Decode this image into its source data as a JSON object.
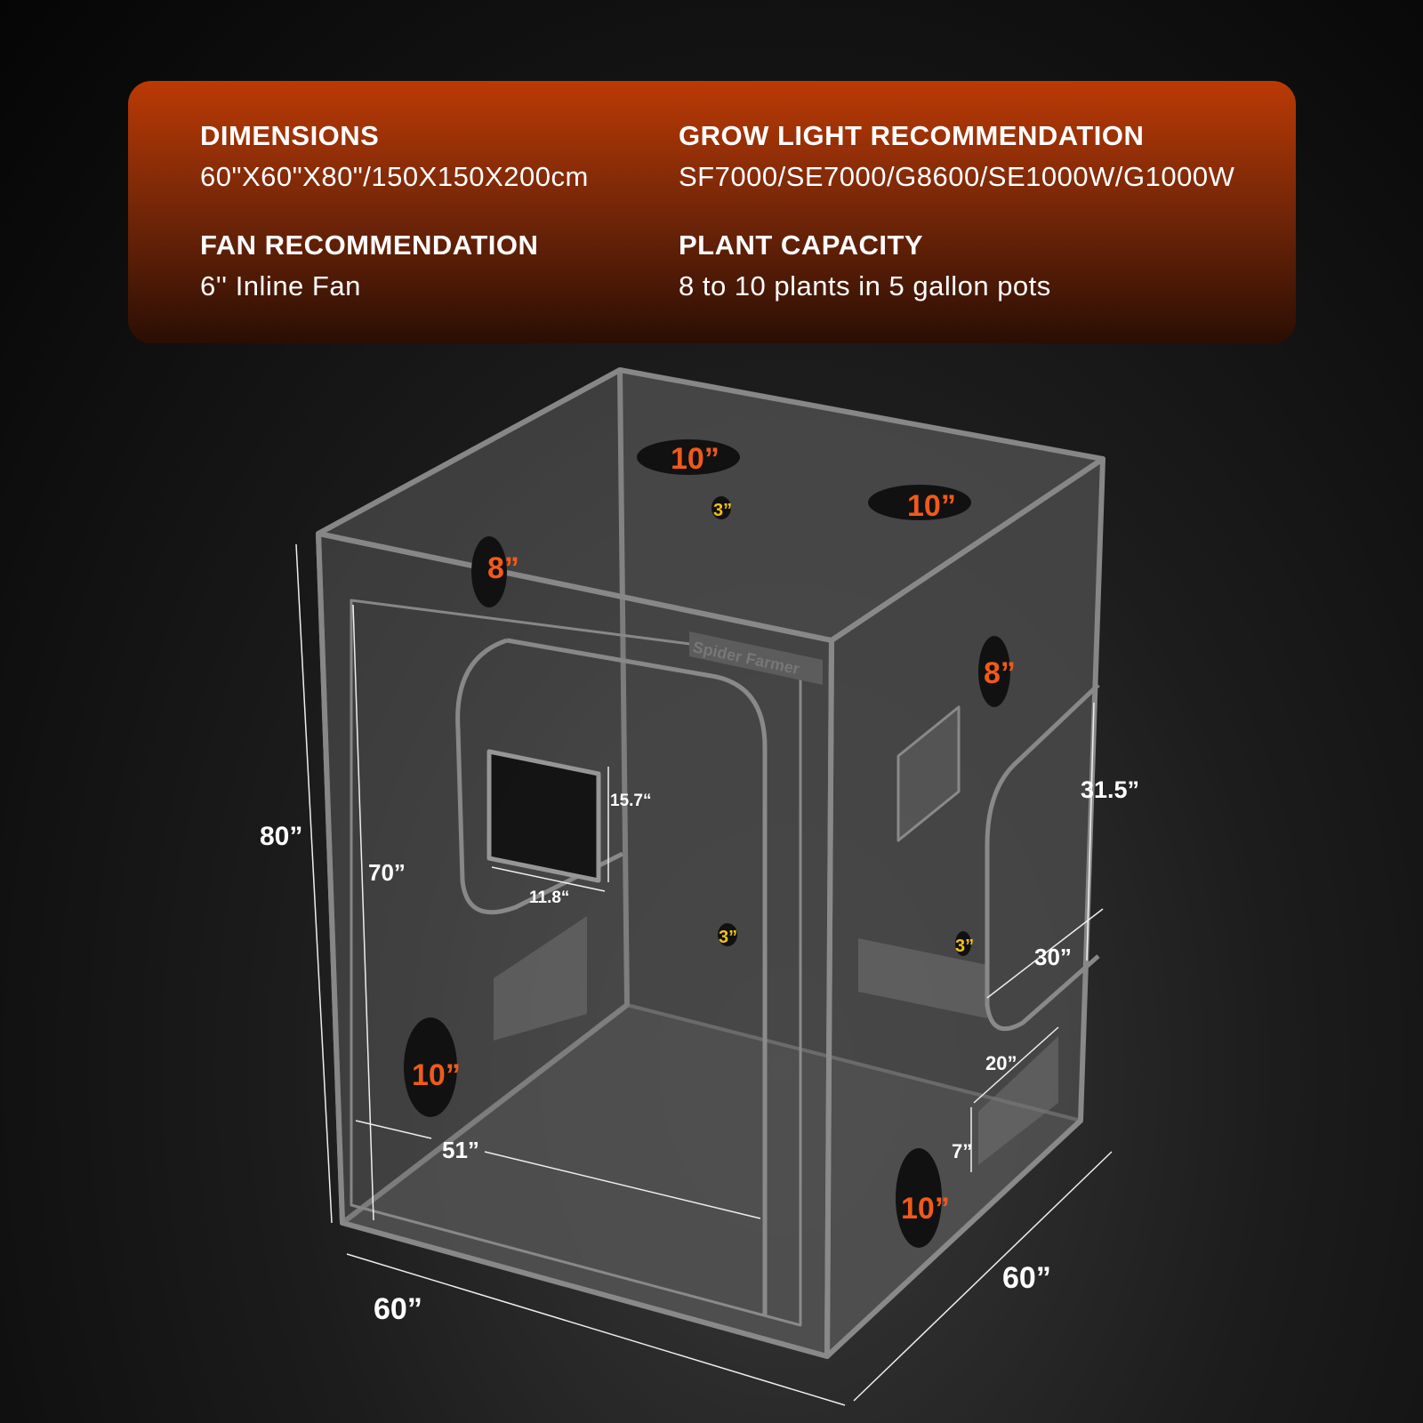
{
  "specs": [
    {
      "heading": "DIMENSIONS",
      "value": "60\"X60\"X80\"/150X150X200cm"
    },
    {
      "heading": "GROW LIGHT RECOMMENDATION",
      "value": "SF7000/SE7000/G8600/SE1000W/G1000W"
    },
    {
      "heading": "FAN RECOMMENDATION",
      "value": "6'' Inline Fan"
    },
    {
      "heading": "PLANT CAPACITY",
      "value": "8 to 10 plants in 5 gallon pots"
    }
  ],
  "brand_logo": "Spider Farmer",
  "dimensions": {
    "height": "80”",
    "inner_height": "70”",
    "width_front": "60”",
    "depth_side": "60”",
    "floor_width": "51”",
    "window_height": "15.7“",
    "window_width": "11.8“",
    "side_door_height": "31.5”",
    "side_door_width": "30”",
    "vent_width": "20”",
    "vent_height": "7”"
  },
  "ports": {
    "top_left": "10”",
    "top_right": "10”",
    "top_small": "3”",
    "left_upper": "8”",
    "right_upper": "8”",
    "back_small": "3”",
    "right_small": "3”",
    "left_lower": "10”",
    "right_lower": "10”"
  }
}
